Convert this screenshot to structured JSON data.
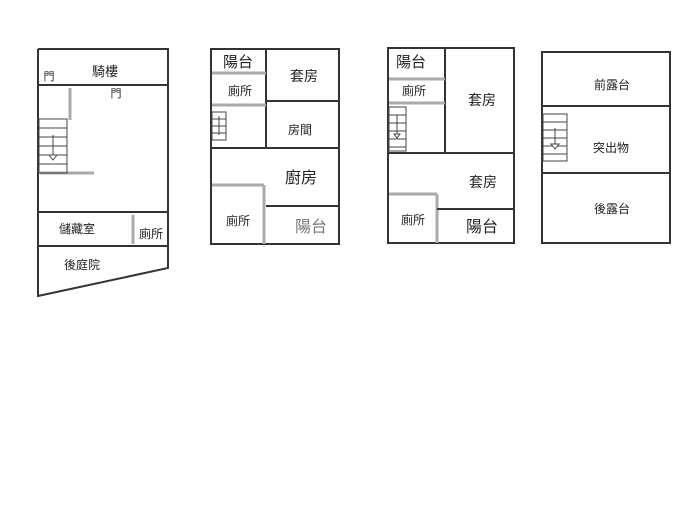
{
  "floorplans": [
    {
      "id": "floor-1",
      "rooms": [
        {
          "key": "arcade",
          "label": "騎樓"
        },
        {
          "key": "door-left",
          "label": "門"
        },
        {
          "key": "door-inner",
          "label": "門"
        },
        {
          "key": "storage",
          "label": "儲藏室"
        },
        {
          "key": "toilet",
          "label": "廁所"
        },
        {
          "key": "backyard",
          "label": "後庭院"
        }
      ]
    },
    {
      "id": "floor-2",
      "rooms": [
        {
          "key": "balcony-front",
          "label": "陽台"
        },
        {
          "key": "suite",
          "label": "套房"
        },
        {
          "key": "toilet-upper",
          "label": "廁所"
        },
        {
          "key": "room",
          "label": "房間"
        },
        {
          "key": "kitchen",
          "label": "廚房"
        },
        {
          "key": "toilet-lower",
          "label": "廁所"
        },
        {
          "key": "balcony-back",
          "label": "陽台"
        }
      ]
    },
    {
      "id": "floor-3",
      "rooms": [
        {
          "key": "balcony-front",
          "label": "陽台"
        },
        {
          "key": "toilet-upper",
          "label": "廁所"
        },
        {
          "key": "suite-front",
          "label": "套房"
        },
        {
          "key": "suite-back",
          "label": "套房"
        },
        {
          "key": "toilet-lower",
          "label": "廁所"
        },
        {
          "key": "balcony-back",
          "label": "陽台"
        }
      ]
    },
    {
      "id": "floor-roof",
      "rooms": [
        {
          "key": "front-terrace",
          "label": "前露台"
        },
        {
          "key": "rooftop-structure",
          "label": "突出物"
        },
        {
          "key": "back-terrace",
          "label": "後露台"
        }
      ]
    }
  ]
}
